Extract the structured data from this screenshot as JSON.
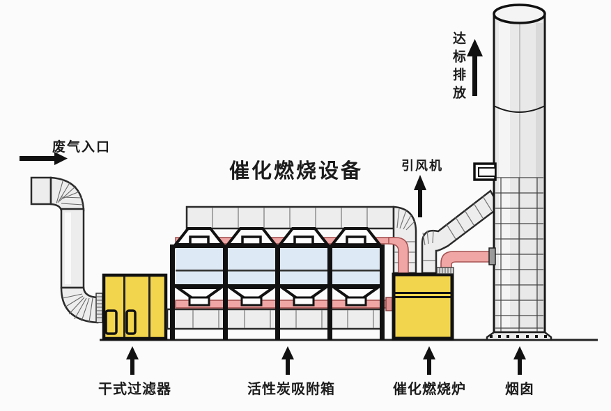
{
  "diagram": {
    "title": "催化燃烧设备",
    "labels": {
      "inlet": "废气入口",
      "emission": "达标排放",
      "fan": "引风机",
      "dry_filter": "干式过滤器",
      "carbon_box": "活性炭吸附箱",
      "furnace": "催化燃烧炉",
      "chimney": "烟囱"
    },
    "colors": {
      "background": "#fbfbfb",
      "outline": "#161616",
      "equipment_yellow": "#f3d54d",
      "pipe_pink": "#efa6a4",
      "tank_blue": "#dde9f4",
      "duct_gray": "#ededed",
      "chimney_gray": "#e9e9e9"
    }
  }
}
